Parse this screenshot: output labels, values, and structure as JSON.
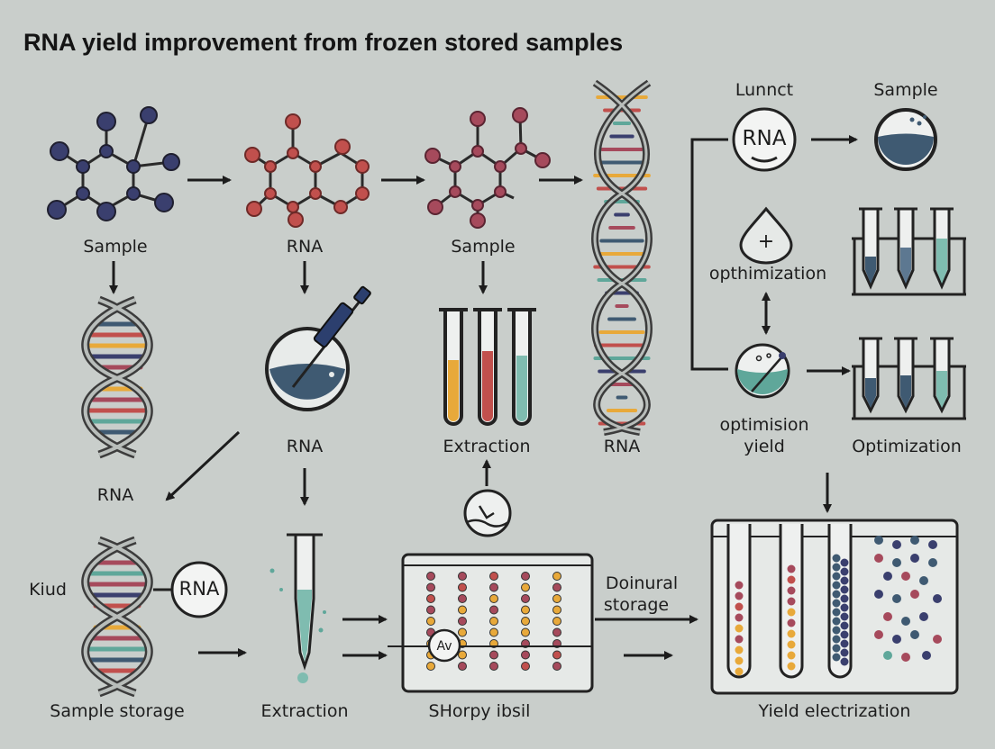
{
  "title": "RNA yield improvement from frozen stored samples",
  "labels": {
    "sample_1": "Sample",
    "rna_1": "RNA",
    "sample_2": "Sample",
    "lunnct": "Lunnct",
    "sample_3": "Sample",
    "rna_2": "RNA",
    "extraction_1": "Extraction",
    "rna_3": "RNA",
    "rna_4": "RNA",
    "optimization_1": "opthimization",
    "optimisation_yield_1": "optimision",
    "optimisation_yield_2": "yield",
    "optimization_2": "Optimization",
    "kiud": "Kiud",
    "sample_storage": "Sample storage",
    "extraction_2": "Extraction",
    "plate_caption": "SHorpy ibsil",
    "doinural_1": "Doinural",
    "doinural_2": "storage",
    "yield_caption": "Yield electrization"
  },
  "badges": {
    "rna_circle_top": "RNA",
    "rna_circle_bottom": "RNA",
    "plus": "+",
    "av": "Av"
  },
  "colors": {
    "background": "#c9cecb",
    "navy": "#3a3f6e",
    "red": "#c1504d",
    "maroon": "#a64a5c",
    "yellow": "#e8a93a",
    "teal": "#5fa79a",
    "slate": "#3f5a72",
    "line": "#2a2a2a"
  },
  "icons": [
    "molecule-icon",
    "dna-helix-icon",
    "flask-icon",
    "pipette-icon",
    "test-tube-icon",
    "tube-rack-icon",
    "gel-plate-icon",
    "arrow-icon"
  ]
}
